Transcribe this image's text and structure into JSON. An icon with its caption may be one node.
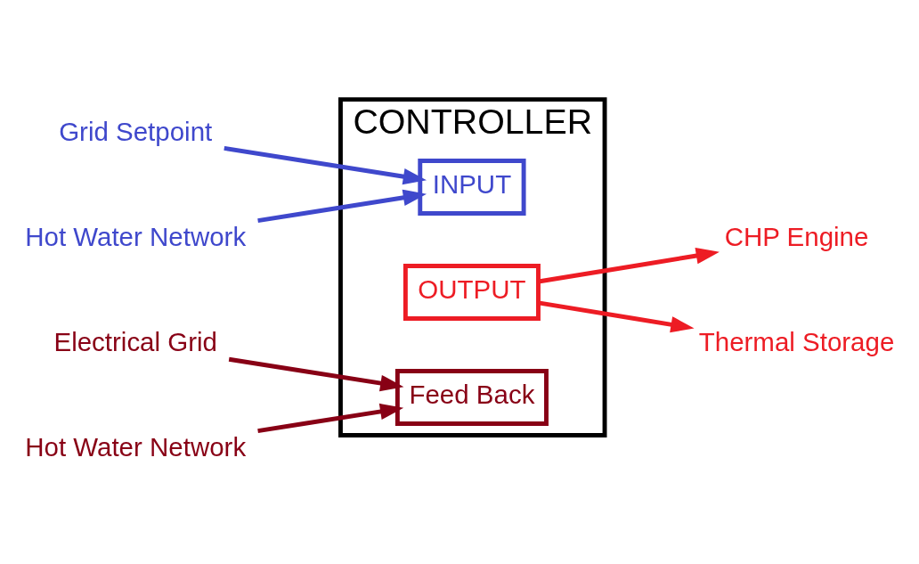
{
  "diagram": {
    "nodes": [
      {
        "text": [
          "CONTROLLER"
        ]
      },
      {
        "text": [
          "INPUT"
        ],
        "in": 0
      },
      {
        "text": [
          "OUTPUT"
        ],
        "in": 0
      },
      {
        "text": [
          "Feed Back"
        ],
        "in": 0
      },
      {
        "text": [
          "Grid Setpoint"
        ]
      },
      {
        "text": [
          "Hot Water Network"
        ]
      },
      {
        "text": [
          "CHP Engine"
        ]
      },
      {
        "text": [
          "Thermal Storage"
        ]
      },
      {
        "text": [
          "Electrical Grid"
        ]
      },
      {
        "text": [
          "Hot Water Network"
        ]
      }
    ],
    "edges": [
      {
        "from": 4,
        "to": 1,
        "arrow": "to",
        "color": "#3f48cc"
      },
      {
        "from": 5,
        "to": 1,
        "arrow": "to",
        "color": "#3f48cc"
      },
      {
        "from": 2,
        "to": 6,
        "arrow": "to",
        "color": "#ed1c24"
      },
      {
        "from": 2,
        "to": 7,
        "arrow": "to",
        "color": "#ed1c24"
      },
      {
        "from": 8,
        "to": 3,
        "arrow": "to",
        "color": "#880015"
      },
      {
        "from": 9,
        "to": 3,
        "arrow": "to",
        "color": "#880015"
      }
    ]
  }
}
